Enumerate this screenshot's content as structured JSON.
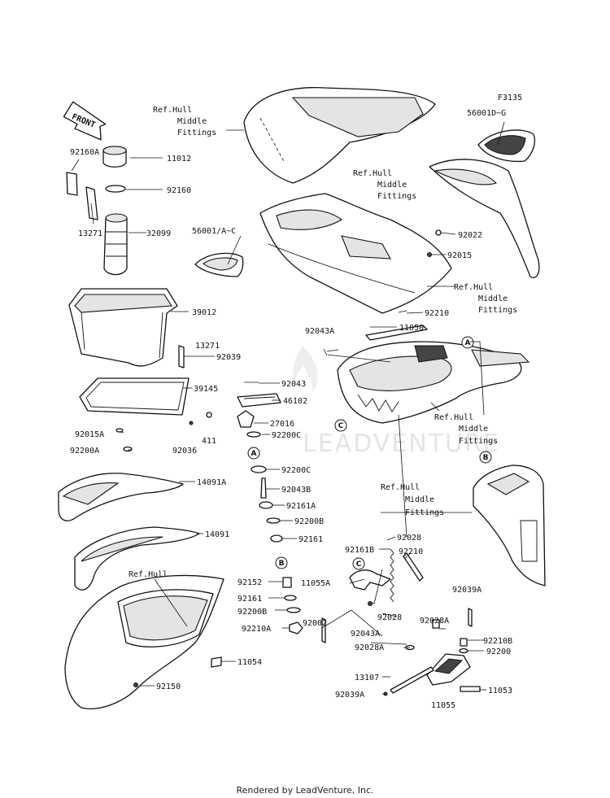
{
  "diagram_code": "F3135",
  "front_label": "FRONT",
  "watermark": "LEADVENTURE",
  "footer": "Rendered by LeadVenture, Inc.",
  "ref_hull_middle": [
    "Ref.Hull",
    "Middle",
    "Fittings"
  ],
  "ref_hull": "Ref.Hull",
  "refs": [
    "A",
    "B",
    "C"
  ],
  "parts": {
    "p92160A": "92160A",
    "p11012": "11012",
    "p92160": "92160",
    "p13271a": "13271",
    "p32099": "32099",
    "p39012": "39012",
    "p13271b": "13271",
    "p92039": "92039",
    "p39145": "39145",
    "p56001AC": "56001/A~C",
    "p56001DG": "56001D~G",
    "p92022": "92022",
    "p92015": "92015",
    "p92210a": "92210",
    "p92043A": "92043A",
    "p11050": "11050",
    "p92043": "92043",
    "p46102": "46102",
    "p27016": "27016",
    "p92036": "92036",
    "p411": "411",
    "p92200Ca": "92200C",
    "p92015A": "92015A",
    "p92200A": "92200A",
    "p92200Cb": "92200C",
    "p14091A": "14091A",
    "p92043B": "92043B",
    "p92161A": "92161A",
    "p92200B": "92200B",
    "p14091": "14091",
    "p92161a": "92161",
    "p92028a": "92028",
    "p92161B": "92161B",
    "p92210b": "92210",
    "p92152": "92152",
    "p11055A": "11055A",
    "p92161b": "92161",
    "p92028b": "92028",
    "p92039Aa": "92039A",
    "p92200Bb": "92200B",
    "p92028Aa": "92028A",
    "p92210A": "92210A",
    "p92002": "92002",
    "p92043Ab": "92043A",
    "p92210B": "92210B",
    "p92028Ab": "92028A",
    "p92200": "92200",
    "p11054": "11054",
    "p13107": "13107",
    "p92150": "92150",
    "p11053": "11053",
    "p92039Ab": "92039A",
    "p11055": "11055"
  }
}
